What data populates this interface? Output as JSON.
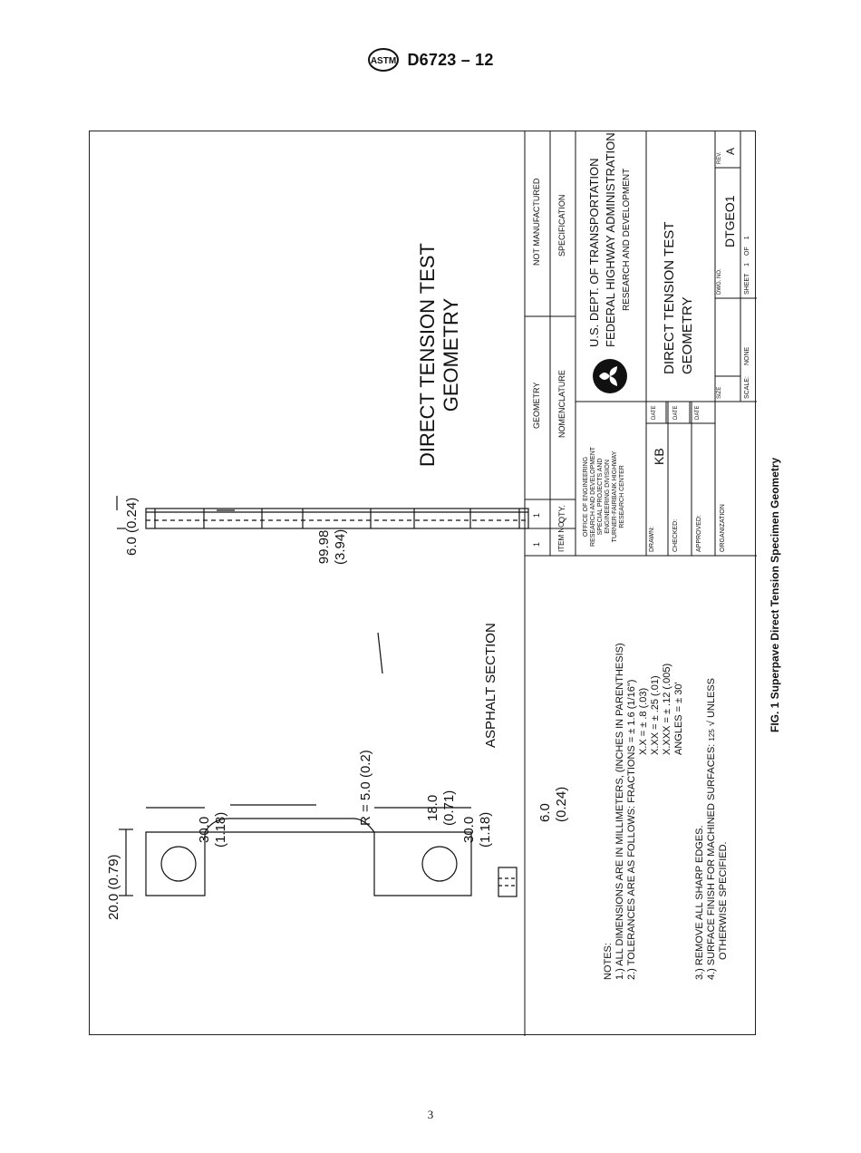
{
  "header": {
    "standard": "D6723 – 12"
  },
  "drawing": {
    "title_line1": "DIRECT TENSION TEST",
    "title_line2": "GEOMETRY",
    "dims": {
      "end_width": "20.0 (0.79)",
      "grip_len_mm": "30.0",
      "grip_len_in": "(1.18)",
      "radius": "R = 5.0 (0.2)",
      "neck_mm": "18.0",
      "neck_in": "(0.71)",
      "thick_mm": "6.0",
      "thick_in": "(0.24)",
      "length_mm": "99.98",
      "length_in": "(3.94)",
      "thickness_top": "6.0 (0.24)"
    },
    "asphalt_label": "ASPHALT SECTION"
  },
  "notes": {
    "heading": "NOTES:",
    "n1": "1.)  ALL DIMENSIONS ARE IN MILLIMETERS, (INCHES IN PARENTHESIS)",
    "n2": "2.)  TOLERANCES ARE AS FOLLOWS: FRACTIONS = ± 1.6 (1/16\")",
    "t1": "X.X  =  ±  .8 (.03)",
    "t2": "X.XX  =  ±  .25 (.01)",
    "t3": "X.XXX  =  ±  .12 (.005)",
    "t4": "ANGLES  =  ± 30'",
    "n3": "3.)  REMOVE ALL SHARP EDGES.",
    "n4a": "4.)  SURFACE FINISH FOR MACHINED SURFACES:",
    "n4_finish": "125",
    "n4b": "UNLESS",
    "n4c": "OTHERWISE SPECIFIED."
  },
  "title_block": {
    "row1": {
      "item": "1",
      "qty": "1",
      "nomenclature": "GEOMETRY",
      "spec": "NOT MANUFACTURED"
    },
    "row2": {
      "item": "ITEM NO.",
      "qty": "QTY.",
      "nomenclature": "NOMENCLATURE",
      "spec": "SPECIFICATION"
    },
    "office": [
      "OFFICE OF ENGINEERING",
      "RESEARCH AND DEVELOPMENT",
      "SPECIAL PROJECTS AND",
      "ENGINEERING DIVISION",
      "TURNER-FAIRBANK HIGHWAY",
      "RESEARCH CENTER"
    ],
    "agency": [
      "U.S. DEPT. OF TRANSPORTATION",
      "FEDERAL HIGHWAY ADMINISTRATION",
      "RESEARCH AND DEVELOPMENT"
    ],
    "drawn_label": "DRAWN:",
    "drawn_value": "KB",
    "checked_label": "CHECKED:",
    "approved_label": "APPROVED:",
    "date_label": "DATE",
    "organization_label": "ORGANIZATION",
    "doc_title_line1": "DIRECT TENSION TEST",
    "doc_title_line2": "GEOMETRY",
    "size_label": "SIZE",
    "dwg_label": "DWG. NO.",
    "dwg_value": "DTGEO1",
    "rev_label": "REV.",
    "rev_value": "A",
    "scale_label": "SCALE:",
    "scale_value": "NONE",
    "sheet_label": "SHEET",
    "sheet_no": "1",
    "of_label": "OF",
    "sheet_total": "1"
  },
  "caption": "FIG. 1 Superpave Direct Tension Specimen Geometry",
  "page_number": "3"
}
